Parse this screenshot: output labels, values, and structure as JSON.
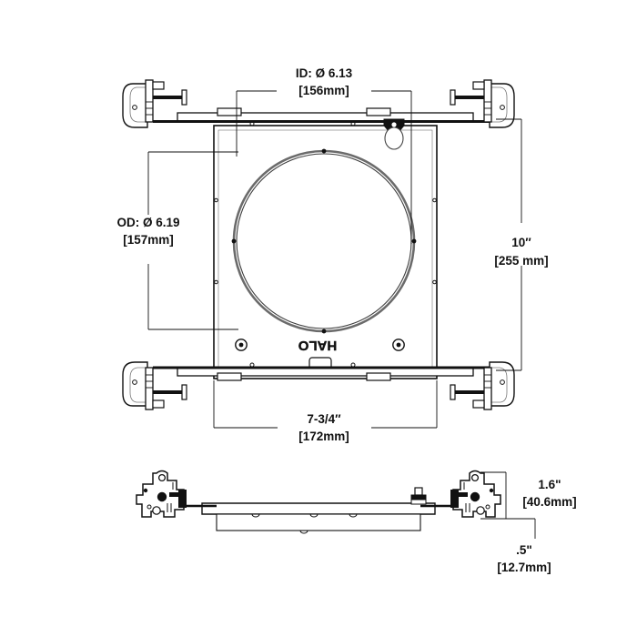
{
  "drawing": {
    "brand_logo": "HALO",
    "views": {
      "plan": "plan-view",
      "elevation": "side-elevation-view"
    }
  },
  "dimensions": {
    "inner_diameter": {
      "label": "ID: Ø 6.13",
      "metric": "[156mm]"
    },
    "outer_diameter": {
      "label": "OD: Ø 6.19",
      "metric": "[157mm]"
    },
    "overall_height": {
      "label": "10″",
      "metric": "[255 mm]"
    },
    "frame_width": {
      "label": "7-3/4″",
      "metric": "[172mm]"
    },
    "bracket_height": {
      "label": "1.6\"",
      "metric": "[40.6mm]"
    },
    "housing_depth": {
      "label": ".5\"",
      "metric": "[12.7mm]"
    }
  },
  "colors": {
    "line": "#111111",
    "circle": "#5a5a5a",
    "background": "#ffffff",
    "thin": "#222222"
  }
}
